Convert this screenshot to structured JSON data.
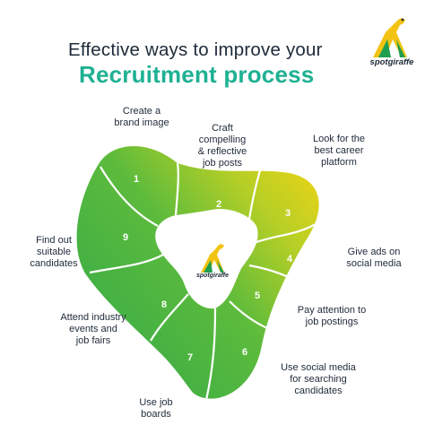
{
  "header": {
    "title_line1": "Effective ways to improve your",
    "title_line2": "Recruitment process"
  },
  "brand": {
    "name": "spotgiraffe"
  },
  "colors": {
    "title_accent": "#1fb192",
    "gradient_green": "#2ea84a",
    "gradient_yellow": "#d9d31a",
    "text": "#1e2a39",
    "giraffe_yellow": "#f2c312",
    "giraffe_green": "#1f9f4f"
  },
  "steps": [
    {
      "number": "1",
      "label": "Create a\nbrand image"
    },
    {
      "number": "2",
      "label": "Craft\ncompelling\n& reflective\njob posts"
    },
    {
      "number": "3",
      "label": "Look for the\nbest career\nplatform"
    },
    {
      "number": "4",
      "label": "Give ads on\nsocial media"
    },
    {
      "number": "5",
      "label": "Pay attention to\njob postings"
    },
    {
      "number": "6",
      "label": "Use social media\nfor searching\ncandidates"
    },
    {
      "number": "7",
      "label": "Use job\nboards"
    },
    {
      "number": "8",
      "label": "Attend industry\nevents and\njob fairs"
    },
    {
      "number": "9",
      "label": "Find out\nsuitable\ncandidates"
    }
  ]
}
